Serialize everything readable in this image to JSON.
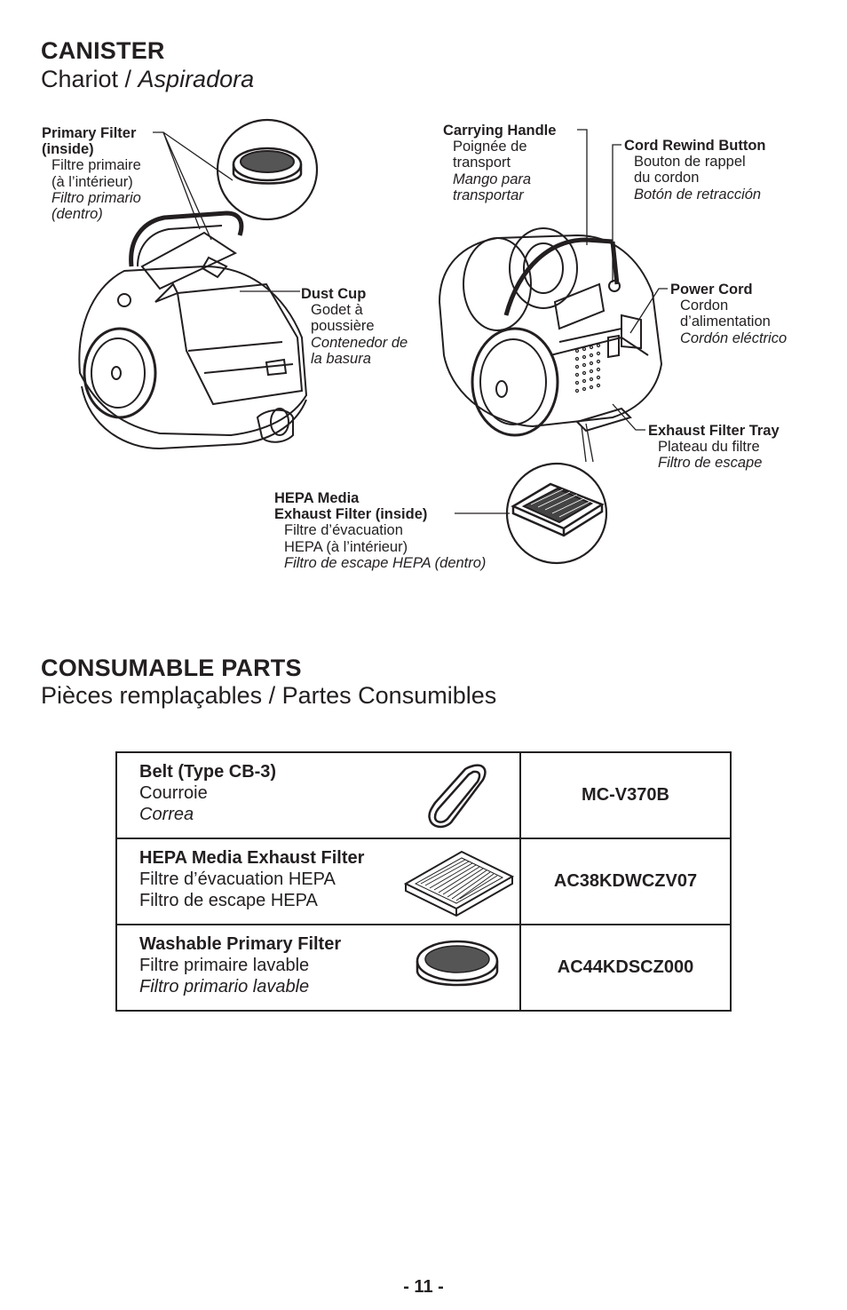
{
  "canister": {
    "title": "CANISTER",
    "subtitle_fr": "Chariot / ",
    "subtitle_es": "Aspiradora"
  },
  "labels": {
    "primary_filter": {
      "en1": "Primary Filter",
      "en2": "(inside)",
      "fr1": "Filtre primaire",
      "fr2": "(à l’intérieur)",
      "es1": "Filtro primario",
      "es2": "(dentro)"
    },
    "dust_cup": {
      "en": "Dust Cup",
      "fr1": "Godet à",
      "fr2": "poussière",
      "es1": "Contenedor de",
      "es2": "la basura"
    },
    "carrying_handle": {
      "en": "Carrying Handle",
      "fr1": "Poignée de",
      "fr2": "transport",
      "es1": "Mango para",
      "es2": "transportar"
    },
    "cord_rewind": {
      "en": "Cord Rewind Button",
      "fr1": "Bouton de rappel",
      "fr2": "du cordon",
      "es": "Botón de retracción"
    },
    "power_cord": {
      "en": "Power Cord",
      "fr1": "Cordon",
      "fr2": "d’alimentation",
      "es": "Cordón eléctrico"
    },
    "exhaust_tray": {
      "en": "Exhaust Filter Tray",
      "fr": "Plateau du filtre",
      "es": "Filtro de escape"
    },
    "hepa": {
      "en1": "HEPA Media",
      "en2": "Exhaust Filter (inside)",
      "fr1": "Filtre d’évacuation",
      "fr2": "HEPA (à l’intérieur)",
      "es": "Filtro de escape HEPA (dentro)"
    }
  },
  "consumables": {
    "title": "CONSUMABLE PARTS",
    "subtitle": "Pièces remplaçables / Partes Consumibles",
    "rows": [
      {
        "en": "Belt (Type CB-3)",
        "fr": "Courroie",
        "es": "Correa",
        "code": "MC-V370B",
        "icon": "belt-icon"
      },
      {
        "en": "HEPA Media Exhaust Filter",
        "fr": "Filtre d’évacuation HEPA",
        "es": "Filtro de escape HEPA",
        "code": "AC38KDWCZV07",
        "icon": "hepa-filter-icon"
      },
      {
        "en": "Washable Primary Filter",
        "fr": "Filtre primaire lavable",
        "es": "Filtro primario lavable",
        "code": "AC44KDSCZ000",
        "icon": "round-filter-icon"
      }
    ]
  },
  "page_number": "- 11 -"
}
